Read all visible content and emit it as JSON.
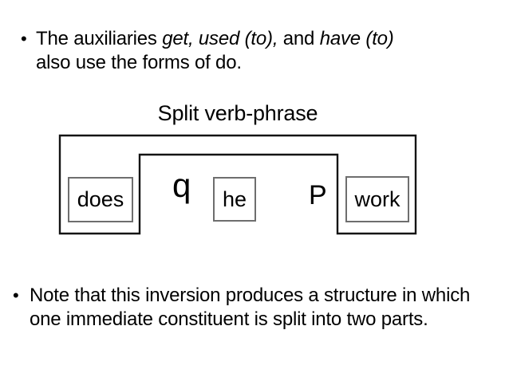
{
  "slide": {
    "background_color": "#ffffff",
    "text_color": "#000000"
  },
  "bullet_top": {
    "marker": "•",
    "line1": [
      {
        "text": "The auxiliaries ",
        "italic": false
      },
      {
        "text": "get, used (to),",
        "italic": true
      },
      {
        "text": " and ",
        "italic": false
      },
      {
        "text": "have (to)",
        "italic": true
      }
    ],
    "line2": "also use the forms of do."
  },
  "diagram": {
    "title": "Split verb-phrase",
    "outline_color": "#141414",
    "box_border_color": "#6e6e6e",
    "boxes": [
      {
        "label": "does"
      },
      {
        "label": "he"
      },
      {
        "label": "work"
      }
    ],
    "markers": {
      "left": "q",
      "right": "P"
    }
  },
  "bullet_bottom": {
    "marker": "•",
    "line1": "Note that this inversion produces a structure in which",
    "line2": "one immediate constituent is split into two parts."
  }
}
